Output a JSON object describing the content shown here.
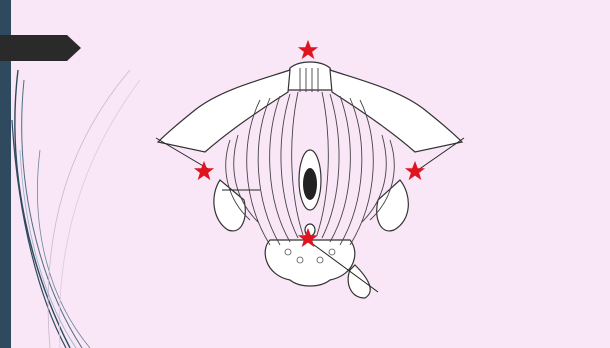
{
  "slide": {
    "background_color": "#F9E6F6",
    "left_bar_color": "#2F4A5E",
    "title_arrow_color": "#2A2A2A",
    "figure": {
      "description_icon": "pelvic-floor-illustration-icon",
      "marker_color": "#E0141E",
      "marker_icon": "star-icon",
      "markers": [
        {
          "name": "marker-top",
          "label": ""
        },
        {
          "name": "marker-left",
          "label": ""
        },
        {
          "name": "marker-right",
          "label": ""
        },
        {
          "name": "marker-bottom",
          "label": ""
        }
      ]
    }
  }
}
